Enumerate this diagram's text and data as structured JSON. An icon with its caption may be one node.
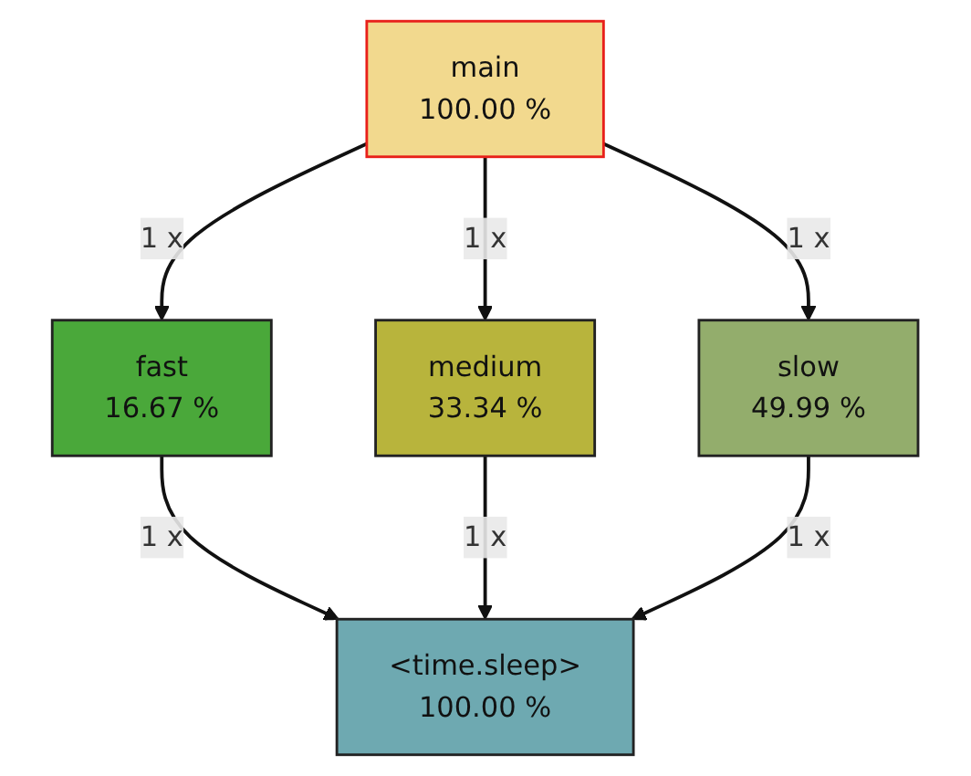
{
  "diagram": {
    "nodes": [
      {
        "text": [
          "main",
          "100.00 %"
        ]
      },
      {
        "text": [
          "fast",
          "16.67 %"
        ]
      },
      {
        "text": [
          "medium",
          "33.34 %"
        ]
      },
      {
        "text": [
          "slow",
          "49.99 %"
        ]
      },
      {
        "text": [
          "<time.sleep>",
          "100.00 %"
        ]
      }
    ],
    "edges": [
      {
        "from": 0,
        "to": 1,
        "arrow": "to",
        "label": "1 x"
      },
      {
        "from": 0,
        "to": 2,
        "arrow": "to",
        "label": "1 x"
      },
      {
        "from": 0,
        "to": 3,
        "arrow": "to",
        "label": "1 x"
      },
      {
        "from": 1,
        "to": 4,
        "arrow": "to",
        "label": "1 x"
      },
      {
        "from": 2,
        "to": 4,
        "arrow": "to",
        "label": "1 x"
      },
      {
        "from": 3,
        "to": 4,
        "arrow": "to",
        "label": "1 x"
      }
    ]
  }
}
